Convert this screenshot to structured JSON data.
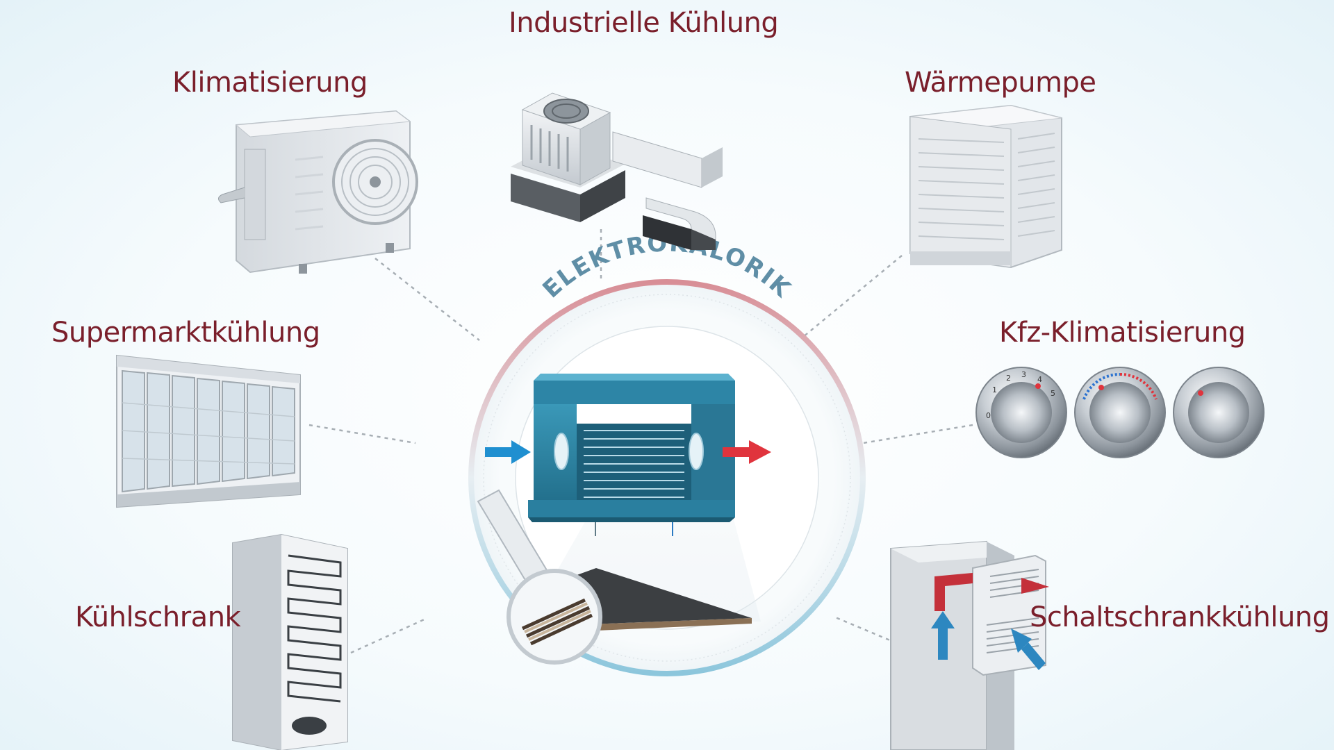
{
  "center": {
    "title": "ELEKTROKALORIK"
  },
  "applications": {
    "industrial": "Industrielle Kühlung",
    "klima": "Klimatisierung",
    "waermepumpe": "Wärmepumpe",
    "supermarkt": "Supermarktkühlung",
    "kfz": "Kfz-Klimatisierung",
    "kuehlschrank": "Kühlschrank",
    "schaltschrank": "Schaltschrankkühlung"
  },
  "dial_numbers": [
    "0",
    "1",
    "2",
    "3",
    "4",
    "5"
  ],
  "colors": {
    "label": "#7a1f2b",
    "device_teal": "#2a7f9f",
    "cold_arrow": "#1f8fd0",
    "hot_arrow": "#e0343d",
    "ring_red": "#d88e96",
    "ring_blue": "#8cc6dc"
  }
}
